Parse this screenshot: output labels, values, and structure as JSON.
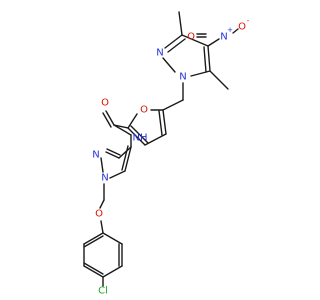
{
  "colors": {
    "bond": "#1a1a1a",
    "carbon": "#1a1a1a",
    "nitrogen": "#2233dd",
    "oxygen": "#dd1100",
    "chlorine": "#22aa22"
  },
  "molecule": {
    "atoms": {
      "nitro_O_left": {
        "text": "O",
        "element": "oxygen"
      },
      "nitro_N": {
        "text": "N",
        "element": "nitrogen",
        "charge": "+"
      },
      "nitro_O_right": {
        "text": "O",
        "element": "oxygen",
        "charge": "-"
      },
      "pyrazole_top_N2": {
        "text": "N",
        "element": "nitrogen"
      },
      "pyrazole_top_N1": {
        "text": "N",
        "element": "nitrogen"
      },
      "furan_O": {
        "text": "O",
        "element": "oxygen"
      },
      "amide_O": {
        "text": "O",
        "element": "oxygen"
      },
      "amide_NH": {
        "text": "NH",
        "element": "nitrogen"
      },
      "pyrazole_bottom_N2": {
        "text": "N",
        "element": "nitrogen"
      },
      "pyrazole_bottom_N1": {
        "text": "N",
        "element": "nitrogen"
      },
      "ether_O": {
        "text": "O",
        "element": "oxygen"
      },
      "chloro_Cl": {
        "text": "Cl",
        "element": "chlorine"
      }
    }
  }
}
